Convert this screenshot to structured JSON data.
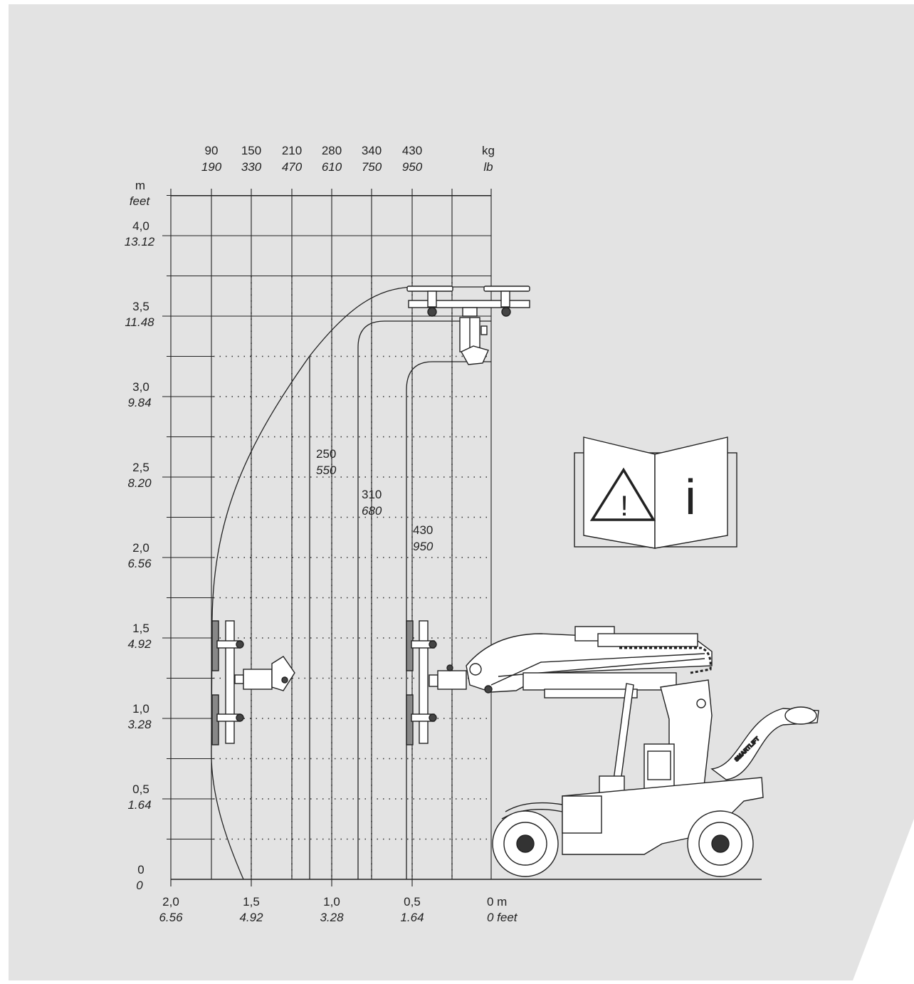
{
  "colors": {
    "background": "#e3e3e3",
    "line": "#222222"
  },
  "units": {
    "height_metric": "m",
    "height_imperial": "feet",
    "load_metric": "kg",
    "load_imperial": "lb",
    "reach_metric": "0 m",
    "reach_imperial": "0 feet"
  },
  "top_loads": [
    {
      "kg": "90",
      "lb": "190"
    },
    {
      "kg": "150",
      "lb": "330"
    },
    {
      "kg": "210",
      "lb": "470"
    },
    {
      "kg": "280",
      "lb": "610"
    },
    {
      "kg": "340",
      "lb": "750"
    },
    {
      "kg": "430",
      "lb": "950"
    }
  ],
  "height_labels": [
    {
      "m": "4,0",
      "ft": "13.12"
    },
    {
      "m": "3,5",
      "ft": "11.48"
    },
    {
      "m": "3,0",
      "ft": "9.84"
    },
    {
      "m": "2,5",
      "ft": "8.20"
    },
    {
      "m": "2,0",
      "ft": "6.56"
    },
    {
      "m": "1,5",
      "ft": "4.92"
    },
    {
      "m": "1,0",
      "ft": "3.28"
    },
    {
      "m": "0,5",
      "ft": "1.64"
    },
    {
      "m": "0",
      "ft": "0"
    }
  ],
  "reach_labels": [
    {
      "m": "2,0",
      "ft": "6.56"
    },
    {
      "m": "1,5",
      "ft": "4.92"
    },
    {
      "m": "1,0",
      "ft": "3.28"
    },
    {
      "m": "0,5",
      "ft": "1.64"
    }
  ],
  "zone_loads": [
    {
      "kg": "250",
      "lb": "550"
    },
    {
      "kg": "310",
      "lb": "680"
    },
    {
      "kg": "430",
      "lb": "950"
    }
  ],
  "icons": [
    "warning-triangle-icon",
    "info-i-icon",
    "manual-book-icon"
  ],
  "machine": {
    "brand_text": "SMARTLIFT"
  }
}
